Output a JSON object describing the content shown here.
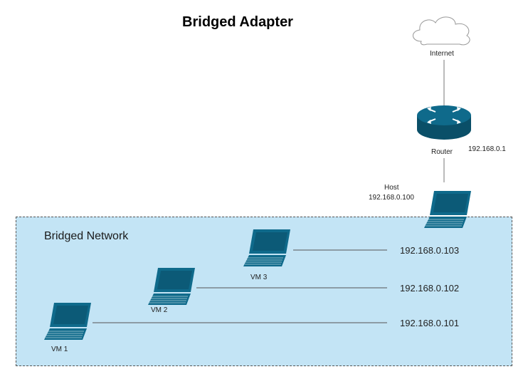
{
  "title": "Bridged Adapter",
  "internet": {
    "label": "Internet"
  },
  "router": {
    "label": "Router",
    "ip": "192.168.0.1"
  },
  "host": {
    "label": "Host",
    "ip": "192.168.0.100"
  },
  "network": {
    "label": "Bridged Network"
  },
  "vms": [
    {
      "label": "VM 3",
      "ip": "192.168.0.103"
    },
    {
      "label": "VM 2",
      "ip": "192.168.0.102"
    },
    {
      "label": "VM 1",
      "ip": "192.168.0.101"
    }
  ],
  "colors": {
    "device": "#0f6a8b",
    "device_dark": "#0a4f68",
    "network_bg": "#c3e4f5",
    "line": "#555555"
  }
}
